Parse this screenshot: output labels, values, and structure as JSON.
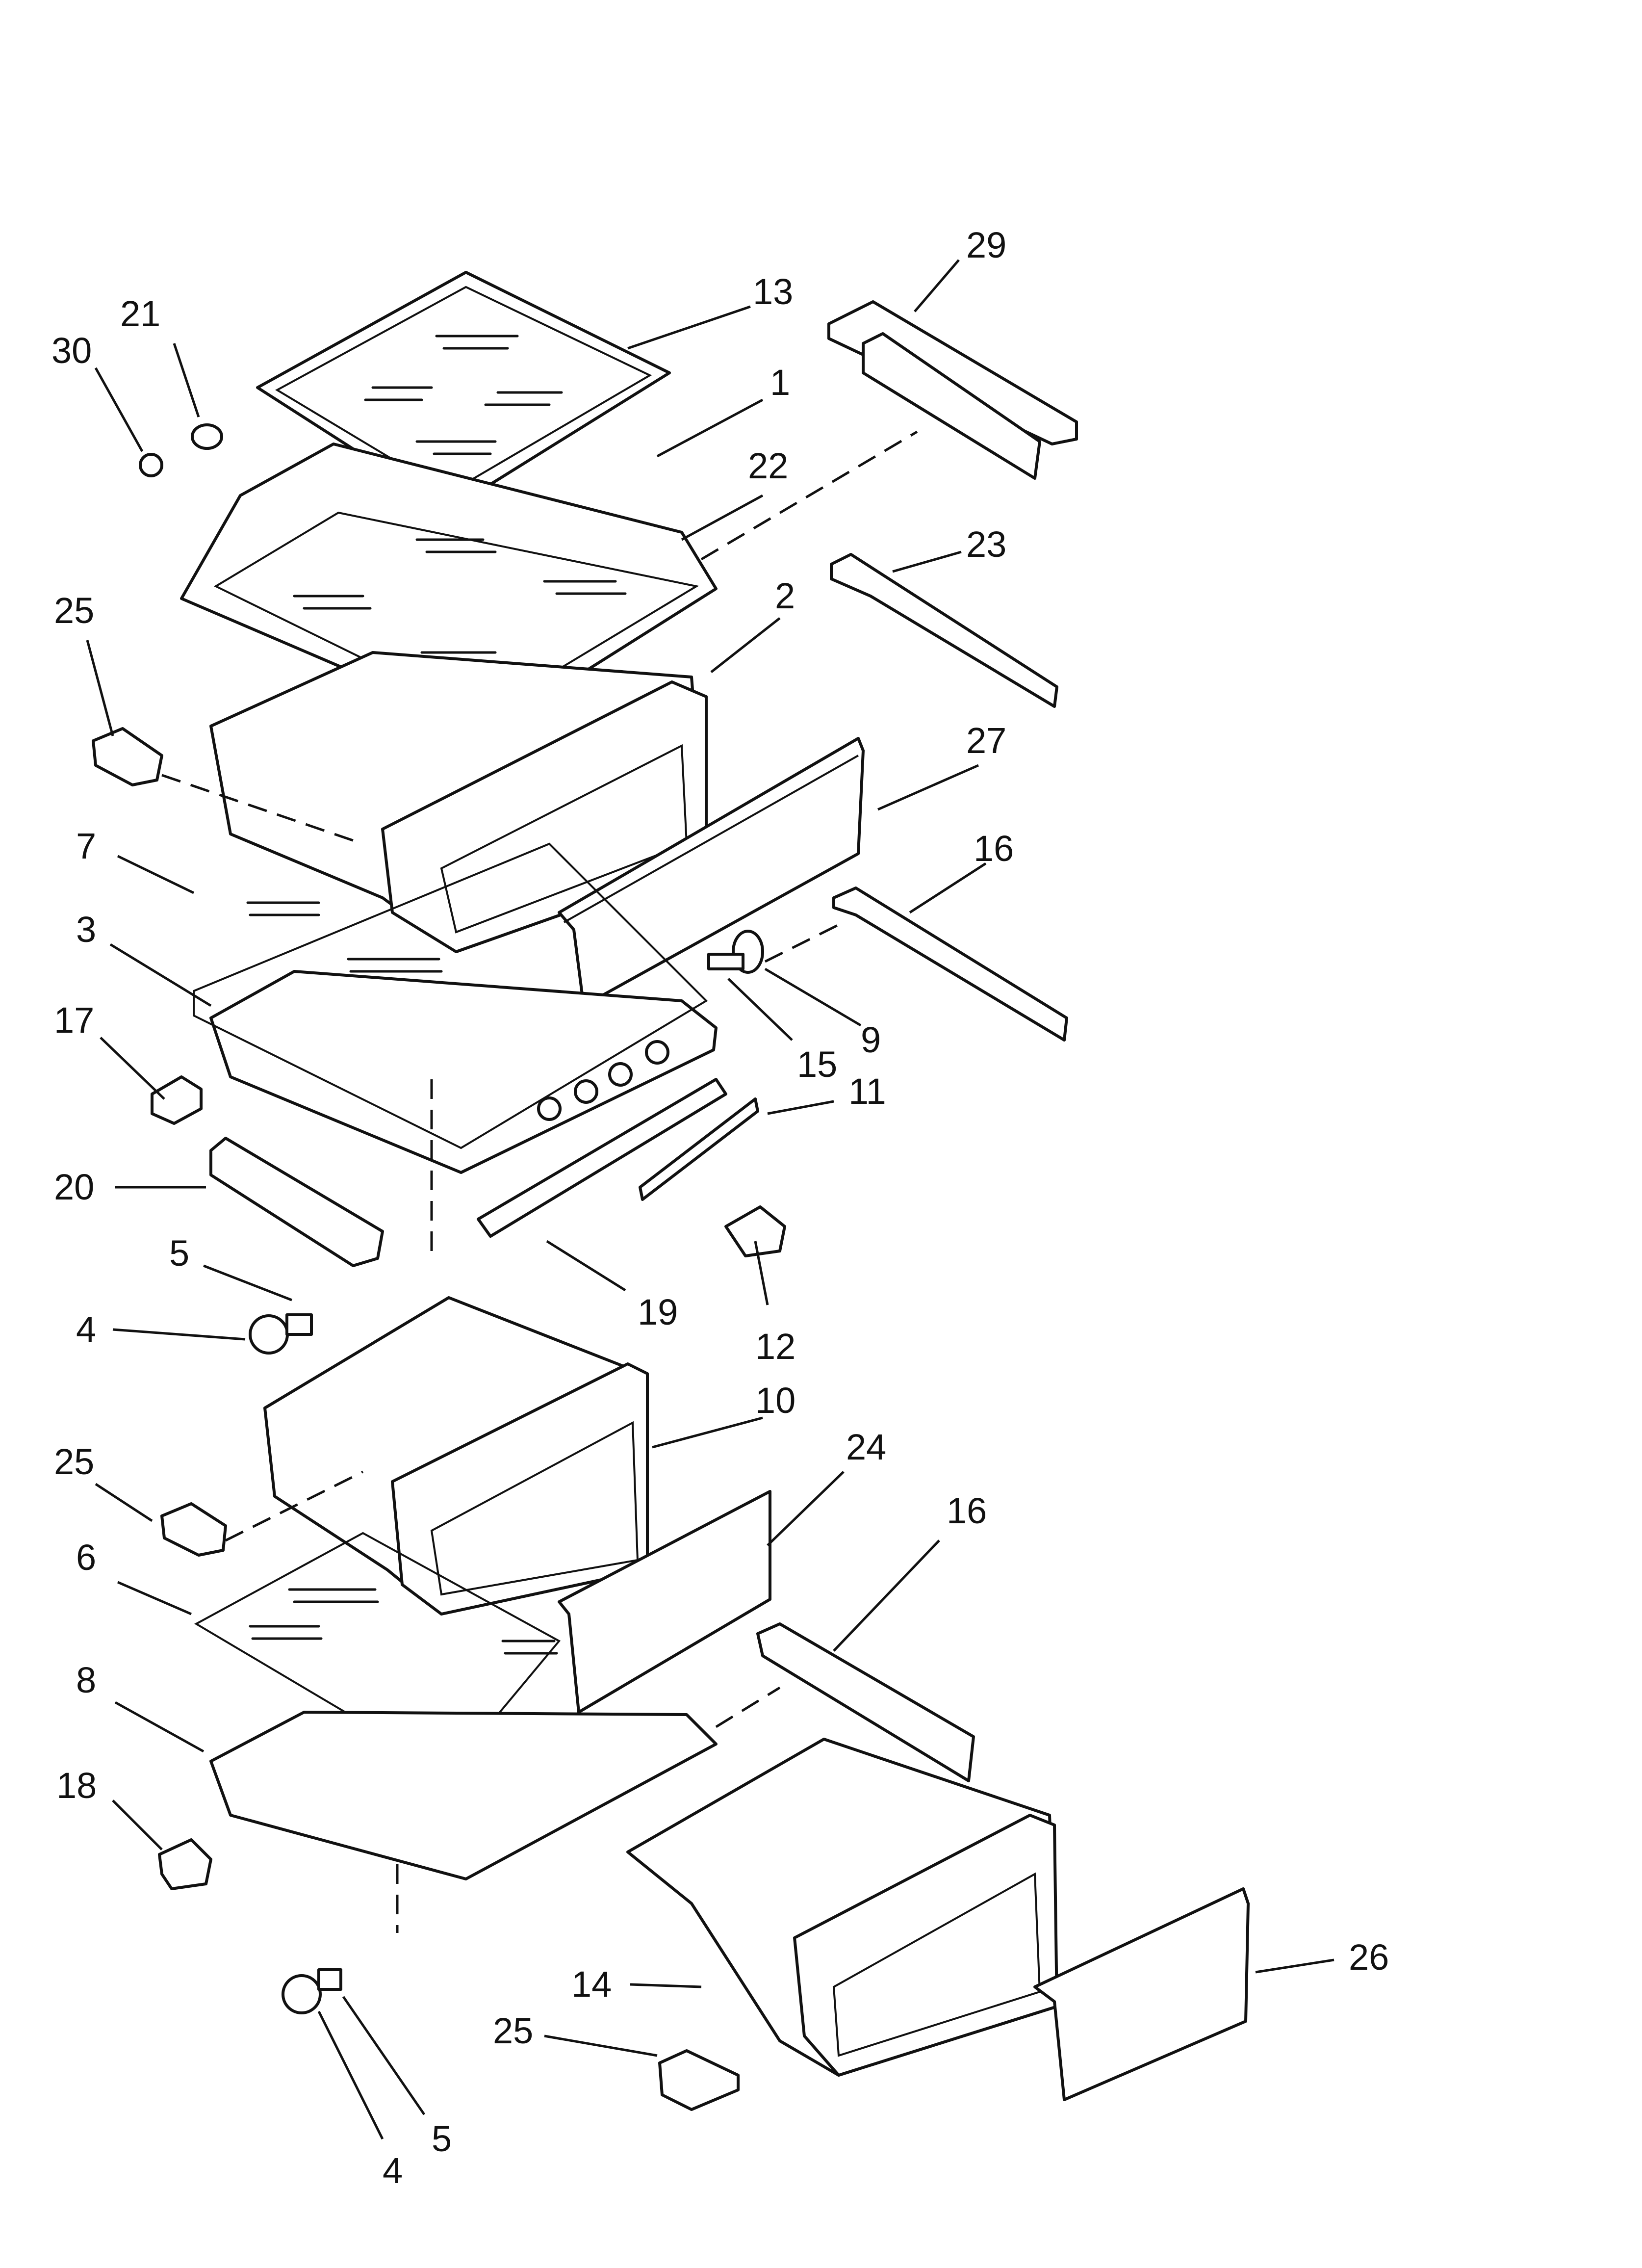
{
  "callouts": [
    {
      "id": "c29",
      "text": "29"
    },
    {
      "id": "c13",
      "text": "13"
    },
    {
      "id": "c21",
      "text": "21"
    },
    {
      "id": "c30",
      "text": "30"
    },
    {
      "id": "c1",
      "text": "1"
    },
    {
      "id": "c22",
      "text": "22"
    },
    {
      "id": "c23",
      "text": "23"
    },
    {
      "id": "c25a",
      "text": "25"
    },
    {
      "id": "c2",
      "text": "2"
    },
    {
      "id": "c27",
      "text": "27"
    },
    {
      "id": "c7",
      "text": "7"
    },
    {
      "id": "c16a",
      "text": "16"
    },
    {
      "id": "c3",
      "text": "3"
    },
    {
      "id": "c9",
      "text": "9"
    },
    {
      "id": "c15",
      "text": "15"
    },
    {
      "id": "c17",
      "text": "17"
    },
    {
      "id": "c11",
      "text": "11"
    },
    {
      "id": "c20",
      "text": "20"
    },
    {
      "id": "c5a",
      "text": "5"
    },
    {
      "id": "c19",
      "text": "19"
    },
    {
      "id": "c4a",
      "text": "4"
    },
    {
      "id": "c12",
      "text": "12"
    },
    {
      "id": "c10",
      "text": "10"
    },
    {
      "id": "c25b",
      "text": "25"
    },
    {
      "id": "c24",
      "text": "24"
    },
    {
      "id": "c16b",
      "text": "16"
    },
    {
      "id": "c6",
      "text": "6"
    },
    {
      "id": "c8",
      "text": "8"
    },
    {
      "id": "c18",
      "text": "18"
    },
    {
      "id": "c26",
      "text": "26"
    },
    {
      "id": "c14",
      "text": "14"
    },
    {
      "id": "c25c",
      "text": "25"
    },
    {
      "id": "c5b",
      "text": "5"
    },
    {
      "id": "c4b",
      "text": "4"
    }
  ]
}
